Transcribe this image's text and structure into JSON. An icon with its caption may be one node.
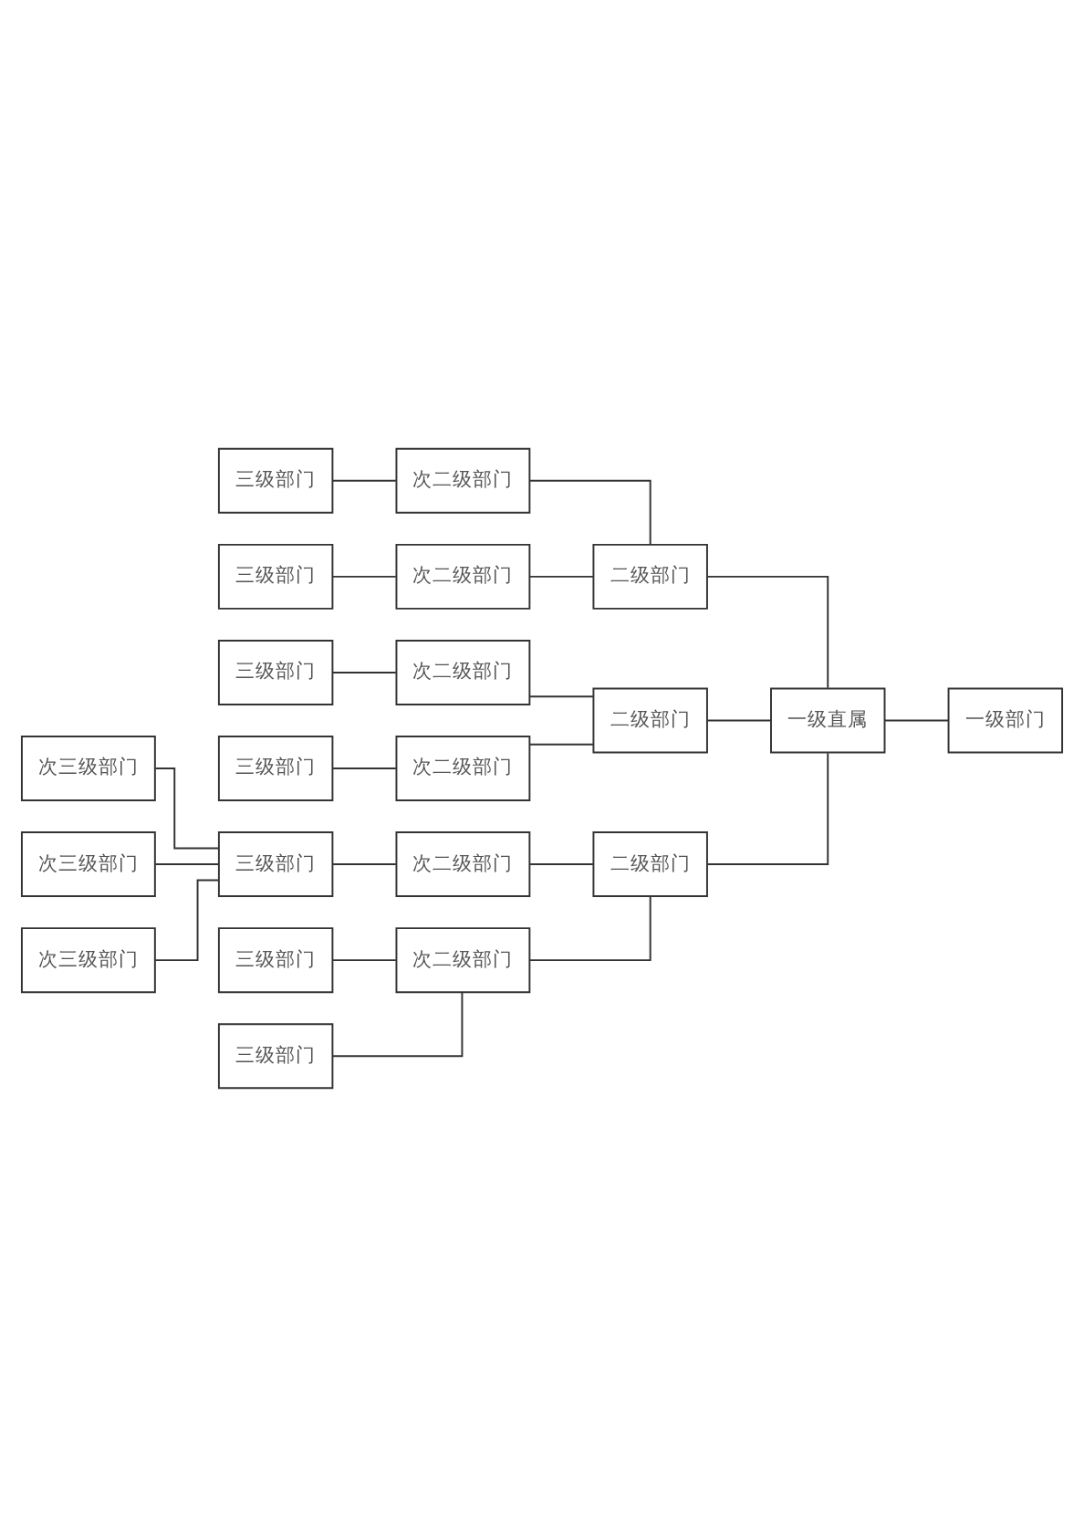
{
  "diagram": {
    "nodes": [
      {
        "text": [
          "一级部门"
        ]
      },
      {
        "text": [
          "一级直属"
        ]
      },
      {
        "text": [
          "二级部门"
        ]
      },
      {
        "text": [
          "次二级部门"
        ]
      },
      {
        "text": [
          "三级部门"
        ]
      },
      {
        "text": [
          "次二级部门"
        ]
      },
      {
        "text": [
          "三级部门"
        ]
      },
      {
        "text": [
          "二级部门"
        ]
      },
      {
        "text": [
          "次二级部门"
        ]
      },
      {
        "text": [
          "三级部门"
        ]
      },
      {
        "text": [
          "次二级部门"
        ]
      },
      {
        "text": [
          "三级部门"
        ]
      },
      {
        "text": [
          "二级部门"
        ]
      },
      {
        "text": [
          "次二级部门"
        ]
      },
      {
        "text": [
          "三级部门"
        ]
      },
      {
        "text": [
          "次三级部门"
        ]
      },
      {
        "text": [
          "次三级部门"
        ]
      },
      {
        "text": [
          "次三级部门"
        ]
      },
      {
        "text": [
          "次二级部门"
        ]
      },
      {
        "text": [
          "三级部门"
        ]
      },
      {
        "text": [
          "三级部门"
        ]
      }
    ],
    "edges": [
      {
        "from": 0,
        "to": 1,
        "arrow": "none"
      },
      {
        "from": 1,
        "to": 2,
        "arrow": "none"
      },
      {
        "from": 1,
        "to": 7,
        "arrow": "none"
      },
      {
        "from": 1,
        "to": 12,
        "arrow": "none"
      },
      {
        "from": 2,
        "to": 3,
        "arrow": "none"
      },
      {
        "from": 3,
        "to": 4,
        "arrow": "none"
      },
      {
        "from": 2,
        "to": 5,
        "arrow": "none"
      },
      {
        "from": 5,
        "to": 6,
        "arrow": "none"
      },
      {
        "from": 7,
        "to": 8,
        "arrow": "none"
      },
      {
        "from": 8,
        "to": 9,
        "arrow": "none"
      },
      {
        "from": 7,
        "to": 10,
        "arrow": "none"
      },
      {
        "from": 10,
        "to": 11,
        "arrow": "none"
      },
      {
        "from": 12,
        "to": 13,
        "arrow": "none"
      },
      {
        "from": 13,
        "to": 14,
        "arrow": "none"
      },
      {
        "from": 14,
        "to": 15,
        "arrow": "none"
      },
      {
        "from": 14,
        "to": 16,
        "arrow": "none"
      },
      {
        "from": 14,
        "to": 17,
        "arrow": "none"
      },
      {
        "from": 12,
        "to": 18,
        "arrow": "none"
      },
      {
        "from": 18,
        "to": 19,
        "arrow": "none"
      },
      {
        "from": 18,
        "to": 20,
        "arrow": "none"
      }
    ]
  }
}
